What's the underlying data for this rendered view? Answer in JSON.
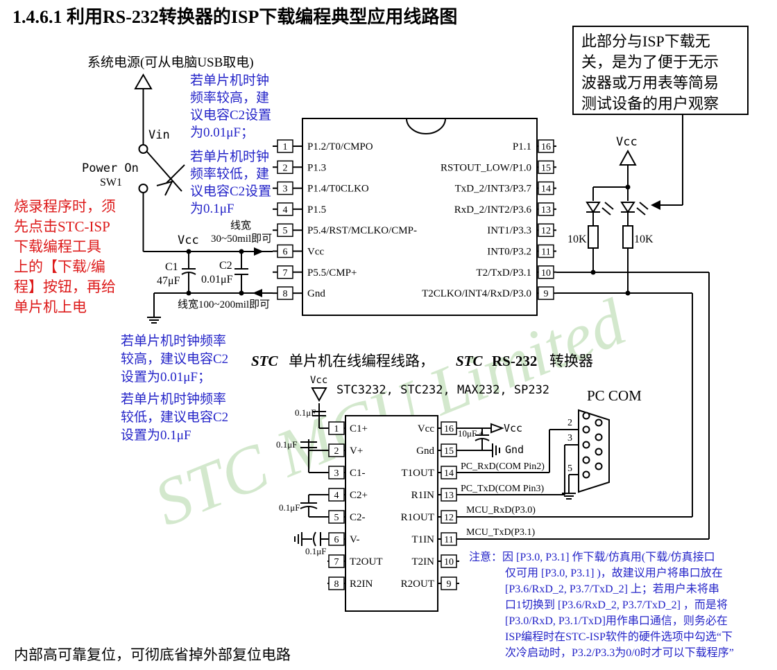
{
  "title": "1.4.6.1  利用RS-232转换器的ISP下载编程典型应用线路图",
  "callout_box": [
    "此部分与ISP下载无",
    "关，是为了便于无示",
    "波器或万用表等简易",
    "测试设备的用户观察"
  ],
  "power": {
    "supply_label": "系统电源(可从电脑USB取电)",
    "vin": "Vin",
    "switch_label": "Power On",
    "switch_ref": "SW1",
    "vcc": "Vcc"
  },
  "notes_top": {
    "high_clock": [
      "若单片机时钟",
      "频率较高，建",
      "议电容C2设置",
      "为0.01μF；"
    ],
    "low_clock": [
      "若单片机时钟",
      "频率较低，建",
      "议电容C2设置",
      "为0.1μF"
    ]
  },
  "burn_note": [
    "烧录程序时，须",
    "先点击STC-ISP",
    "下载编程工具",
    "上的【下载/编",
    "程】按钮，再给",
    "单片机上电"
  ],
  "caps_top": {
    "c1_ref": "C1",
    "c1_val": "47μF",
    "c2_ref": "C2",
    "c2_val": "0.01μF",
    "width_vcc": [
      "线宽",
      "30~50mil即可"
    ],
    "width_gnd": "线宽100~200mil即可"
  },
  "mcu": {
    "left_pins": [
      {
        "num": "1",
        "name": "P1.2/T0/CMPO"
      },
      {
        "num": "2",
        "name": "P1.3"
      },
      {
        "num": "3",
        "name": "P1.4/T0CLKO"
      },
      {
        "num": "4",
        "name": "P1.5"
      },
      {
        "num": "5",
        "name": "P5.4/RST/MCLKO/CMP-"
      },
      {
        "num": "6",
        "name": "Vcc"
      },
      {
        "num": "7",
        "name": "P5.5/CMP+"
      },
      {
        "num": "8",
        "name": "Gnd"
      }
    ],
    "right_pins": [
      {
        "num": "16",
        "name": "P1.1"
      },
      {
        "num": "15",
        "name": "RSTOUT_LOW/P1.0"
      },
      {
        "num": "14",
        "name": "TxD_2/INT3/P3.7"
      },
      {
        "num": "13",
        "name": "RxD_2/INT2/P3.6"
      },
      {
        "num": "12",
        "name": "INT1/P3.3"
      },
      {
        "num": "11",
        "name": "INT0/P3.2"
      },
      {
        "num": "10",
        "name": "T2/TxD/P3.1"
      },
      {
        "num": "9",
        "name": "T2CLKO/INT4/RxD/P3.0"
      }
    ]
  },
  "leds": {
    "vcc": "Vcc",
    "r1": "10K",
    "r2": "10K"
  },
  "mid_caption": {
    "stc1": "STC",
    "part1": "单片机在线编程线路，",
    "stc2": "STC",
    "rs": "RS-232",
    "part2": "转换器"
  },
  "notes_mid": {
    "high_clock": [
      "若单片机时钟频率",
      "较高，建议电容C2",
      "设置为0.01μF；"
    ],
    "low_clock": [
      "若单片机时钟频率",
      "较低，建议电容C2",
      "设置为0.1μF"
    ]
  },
  "rs232": {
    "chips": "STC3232, STC232, MAX232, SP232",
    "vcc_top": "Vcc",
    "left_pins": [
      {
        "num": "1",
        "name": "C1+"
      },
      {
        "num": "2",
        "name": "V+"
      },
      {
        "num": "3",
        "name": "C1-"
      },
      {
        "num": "4",
        "name": "C2+"
      },
      {
        "num": "5",
        "name": "C2-"
      },
      {
        "num": "6",
        "name": "V-"
      },
      {
        "num": "7",
        "name": "T2OUT"
      },
      {
        "num": "8",
        "name": "R2IN"
      }
    ],
    "right_pins": [
      {
        "num": "16",
        "name": "Vcc"
      },
      {
        "num": "15",
        "name": "Gnd"
      },
      {
        "num": "14",
        "name": "T1OUT"
      },
      {
        "num": "13",
        "name": "R1IN"
      },
      {
        "num": "12",
        "name": "R1OUT"
      },
      {
        "num": "11",
        "name": "T1IN"
      },
      {
        "num": "10",
        "name": "T2IN"
      },
      {
        "num": "9",
        "name": "R2OUT"
      }
    ],
    "cap_labels": [
      "0.1μF",
      "0.1μF",
      "0.1μF",
      "0.1μF"
    ],
    "vcc_cap": "10μF",
    "vcc_out": "Vcc",
    "gnd_out": "Gnd",
    "sig_pc_rxd": "PC_RxD(COM Pin2)",
    "sig_pc_txd": "PC_TxD(COM Pin3)",
    "sig_mcu_rxd": "MCU_RxD(P3.0)",
    "sig_mcu_txd": "MCU_TxD(P3.1)"
  },
  "pc_com": {
    "label": "PC COM",
    "pin2": "2",
    "pin3": "3",
    "pin5": "5"
  },
  "notice": [
    "注意：因 [P3.0, P3.1] 作下载/仿真用(下载/仿真接口",
    "仅可用 [P3.0, P3.1] )，故建议用户将串口放在",
    "[P3.6/RxD_2, P3.7/TxD_2] 上；若用户未将串",
    "口1切换到 [P3.6/RxD_2, P3.7/TxD_2] ，而是将",
    "[P3.0/RxD, P3.1/TxD]用作串口通信，则务必在",
    "ISP编程时在STC-ISP软件的硬件选项中勾选“下",
    "次冷启动时，P3.2/P3.3为0/0时才可以下载程序”"
  ],
  "footer": "内部高可靠复位，可彻底省掉外部复位电路",
  "watermark": "STC  MCU  Limited"
}
